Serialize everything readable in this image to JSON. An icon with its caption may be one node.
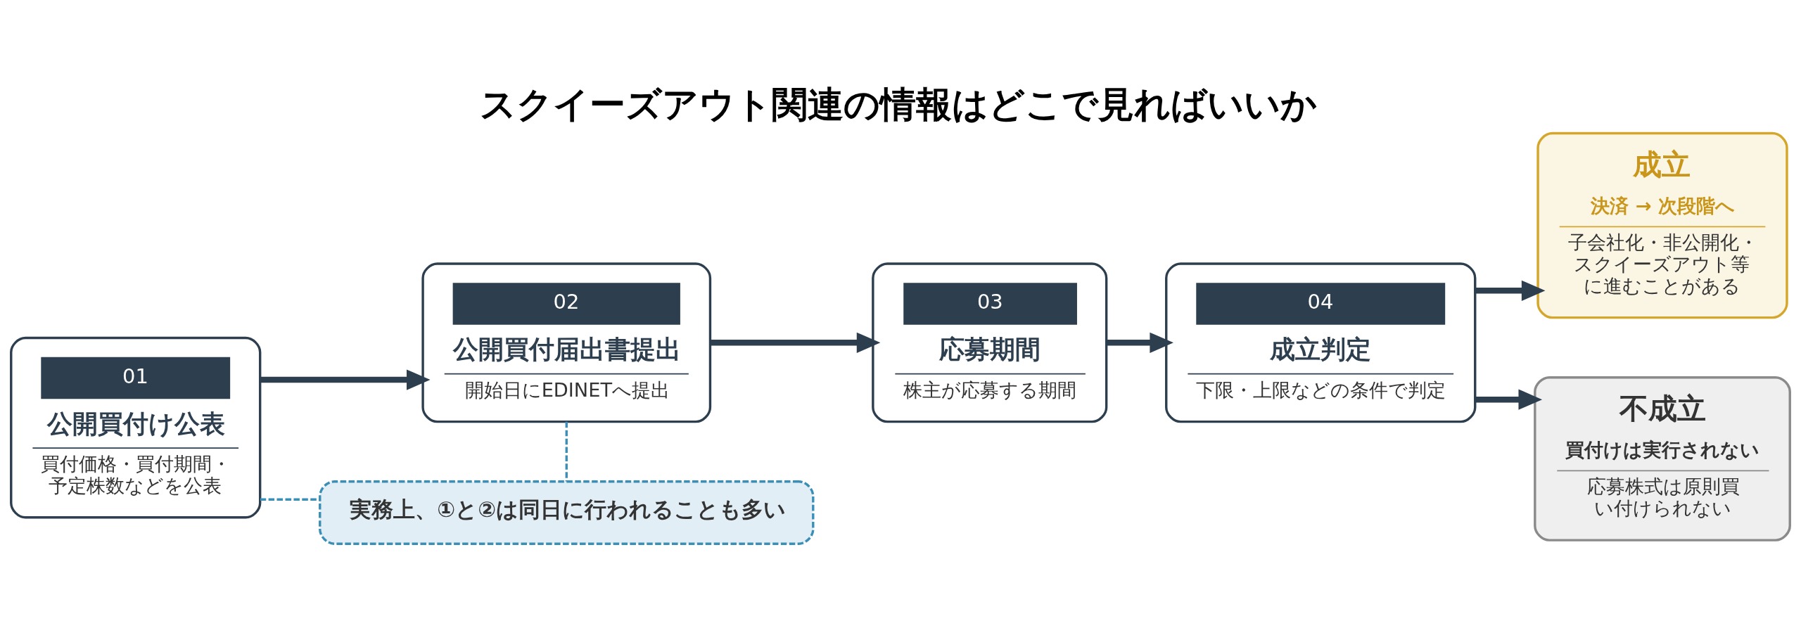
{
  "diagram": {
    "title": "スクイーズアウト関連の情報はどこで見ればいいか",
    "nodes": [
      {
        "text": [
          "01",
          "公開買付け公表",
          "買付価格・買付期間・予定株数などを公表"
        ]
      },
      {
        "text": [
          "02",
          "公開買付届出書提出",
          "開始日にEDINETへ提出"
        ]
      },
      {
        "text": [
          "03",
          "応募期間",
          "株主が応募する期間"
        ]
      },
      {
        "text": [
          "04",
          "成立判定",
          "下限・上限などの条件で判定"
        ]
      },
      {
        "text": [
          "成立",
          "決済 → 次段階へ",
          "子会社化・非公開化・スクイーズアウト等に進むことがある"
        ]
      },
      {
        "text": [
          "不成立",
          "買付けは実行されない",
          "応募株式は原則買い付けられない"
        ]
      },
      {
        "text": [
          "実務上、①と②は同日に行われることも多い"
        ]
      }
    ],
    "edges": [
      {
        "from": 0,
        "to": 1,
        "arrow": "to"
      },
      {
        "from": 1,
        "to": 2,
        "arrow": "to"
      },
      {
        "from": 2,
        "to": 3,
        "arrow": "to"
      },
      {
        "from": 3,
        "to": 4,
        "arrow": "to"
      },
      {
        "from": 3,
        "to": 5,
        "arrow": "to"
      },
      {
        "from": 0,
        "to": 6,
        "arrow": "none",
        "style": "dashed",
        "color": "#3a8fb7"
      },
      {
        "from": 1,
        "to": 6,
        "arrow": "none",
        "style": "dashed",
        "color": "#3a8fb7"
      }
    ]
  }
}
